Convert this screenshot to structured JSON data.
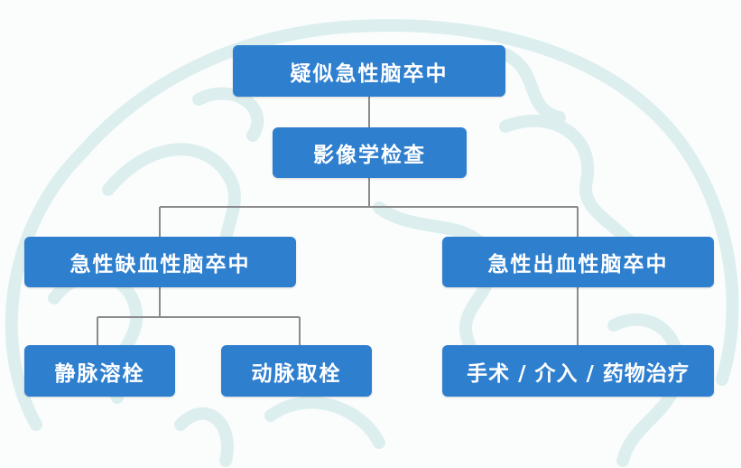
{
  "nodes": {
    "root": "疑似急性脑卒中",
    "imaging": "影像学检查",
    "ischemic": "急性缺血性脑卒中",
    "hemorrhagic": "急性出血性脑卒中",
    "iv_thrombolysis": "静脉溶栓",
    "thrombectomy": "动脉取栓",
    "hemorrhage_treatment": "手术 / 介入 / 药物治疗"
  },
  "colors": {
    "box": "#2f7fcf",
    "line": "#8a8a8a",
    "brain": "#dcefee"
  }
}
